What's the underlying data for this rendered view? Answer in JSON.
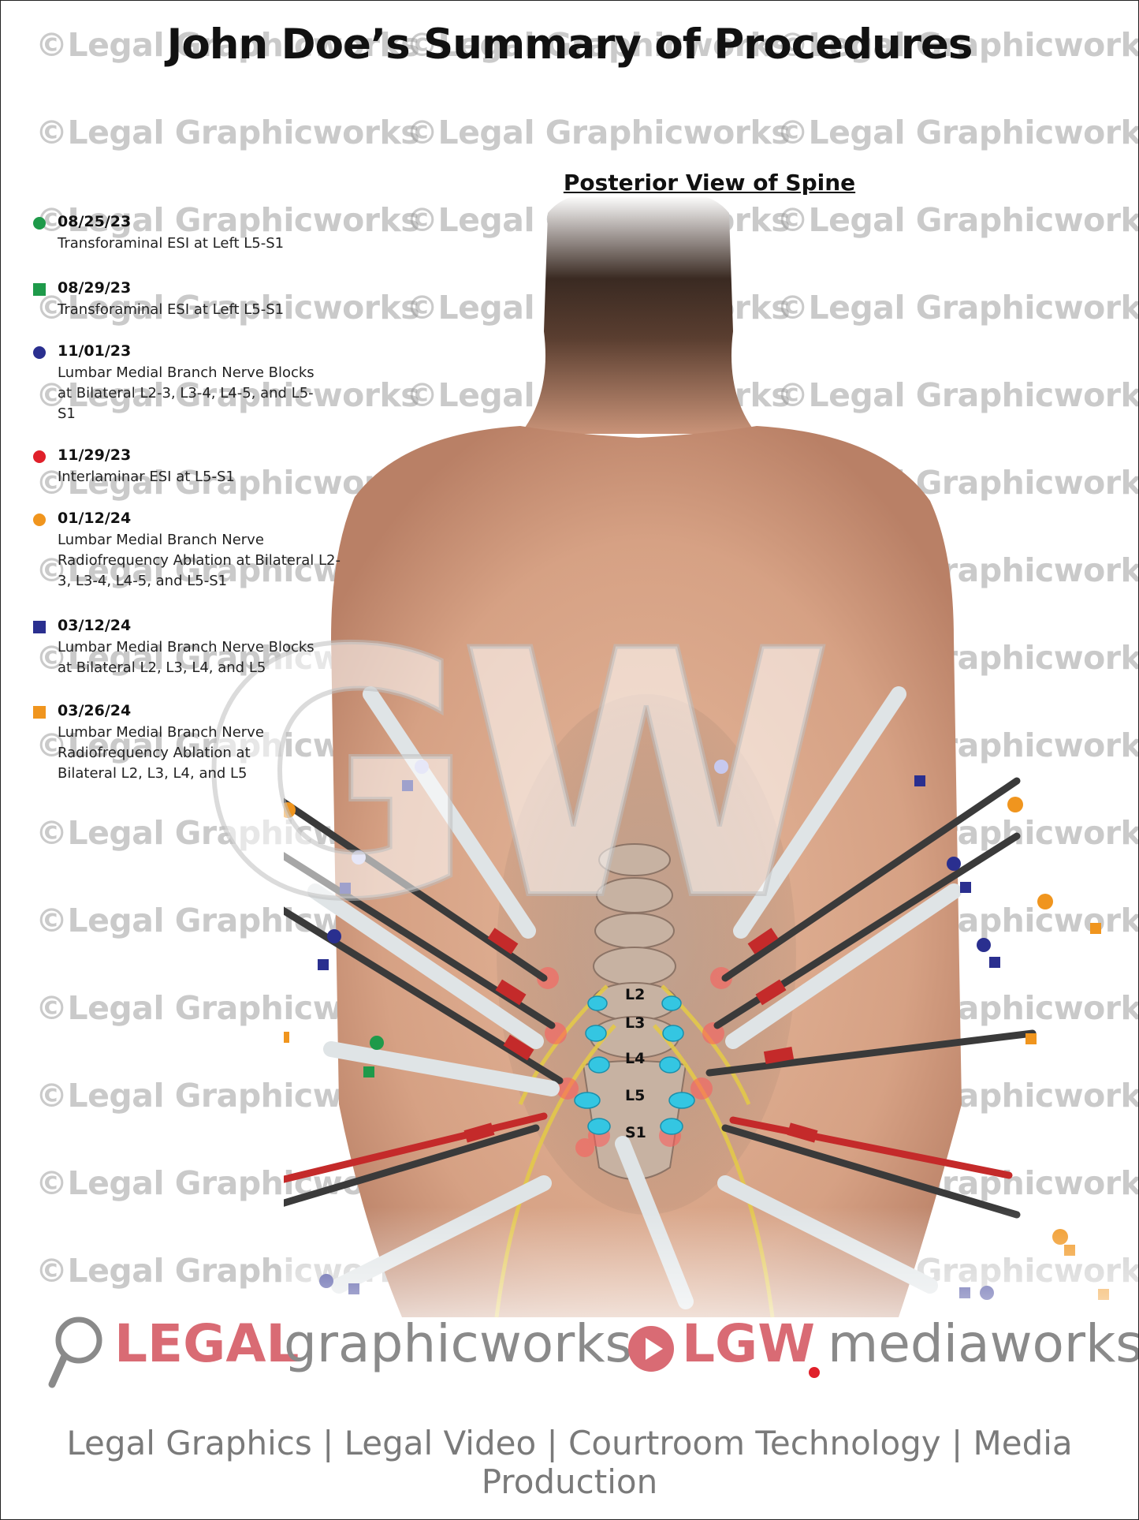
{
  "title": "John Doe’s Summary of Procedures",
  "subtitle": "Posterior View of Spine",
  "watermark_text": "©Legal Graphicworks",
  "gw_mark": "GW",
  "procedures": [
    {
      "date": "08/25/23",
      "desc": "Transforaminal ESI at Left L5-S1",
      "marker": "circle",
      "color": "#1e9a4a"
    },
    {
      "date": "08/29/23",
      "desc": "Transforaminal ESI at Left L5-S1",
      "marker": "square",
      "color": "#1e9a4a"
    },
    {
      "date": "11/01/23",
      "desc": "Lumbar Medial Branch Nerve Blocks at Bilateral L2-3, L3-4, L4-5, and L5-S1",
      "marker": "circle",
      "color": "#2a2f8f"
    },
    {
      "date": "11/29/23",
      "desc": "Interlaminar ESI at L5-S1",
      "marker": "circle",
      "color": "#e0202a"
    },
    {
      "date": "01/12/24",
      "desc": "Lumbar Medial Branch Nerve Radiofrequency Ablation at Bilateral L2-3, L3-4, L4-5, and L5-S1",
      "marker": "circle",
      "color": "#f0951e"
    },
    {
      "date": "03/12/24",
      "desc": "Lumbar Medial Branch Nerve Blocks at Bilateral L2, L3, L4, and L5",
      "marker": "square",
      "color": "#2a2f8f"
    },
    {
      "date": "03/26/24",
      "desc": "Lumbar Medial Branch Nerve Radiofrequency Ablation at Bilateral L2, L3, L4, and L5",
      "marker": "square",
      "color": "#f0951e"
    }
  ],
  "vertebra_labels": [
    "L2",
    "L3",
    "L4",
    "L5",
    "S1"
  ],
  "footer": {
    "legal": "LEGAL",
    "graphicworks": "graphicworks",
    "lgw": "LGW",
    "mediaworks": "mediaworks",
    "tagline": "Legal Graphics | Legal Video | Courtroom Technology | Media Production"
  },
  "colors": {
    "skin": "#d9a98c",
    "brand_red": "#d96b74",
    "gray": "#8a8a8a"
  }
}
